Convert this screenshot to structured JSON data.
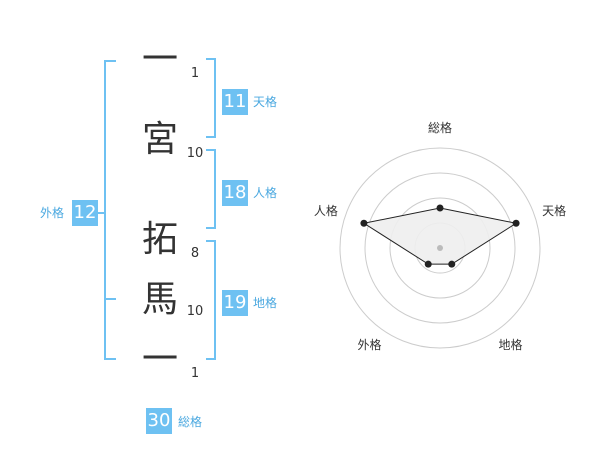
{
  "name_chars": [
    {
      "char": "一",
      "strokes": "1"
    },
    {
      "char": "宮",
      "strokes": "10"
    },
    {
      "char": "拓",
      "strokes": "8"
    },
    {
      "char": "馬",
      "strokes": "10"
    },
    {
      "char": "一",
      "strokes": "1"
    }
  ],
  "fortunes": {
    "tenkaku": {
      "value": "11",
      "label": "天格"
    },
    "jinkaku": {
      "value": "18",
      "label": "人格"
    },
    "chikaku": {
      "value": "19",
      "label": "地格"
    },
    "gaikaku": {
      "value": "12",
      "label": "外格"
    },
    "soukaku": {
      "value": "30",
      "label": "総格"
    }
  },
  "chart_data": {
    "type": "radar",
    "axes": [
      "総格",
      "天格",
      "地格",
      "外格",
      "人格"
    ],
    "values": [
      2,
      4,
      1,
      1,
      4
    ],
    "rmax": 5,
    "rings": 4,
    "colors": {
      "ring": "#cccccc",
      "fill": "#eeeeee",
      "line": "#222222",
      "center": "#bbbbbb",
      "accent": "#6ec1f2"
    }
  }
}
